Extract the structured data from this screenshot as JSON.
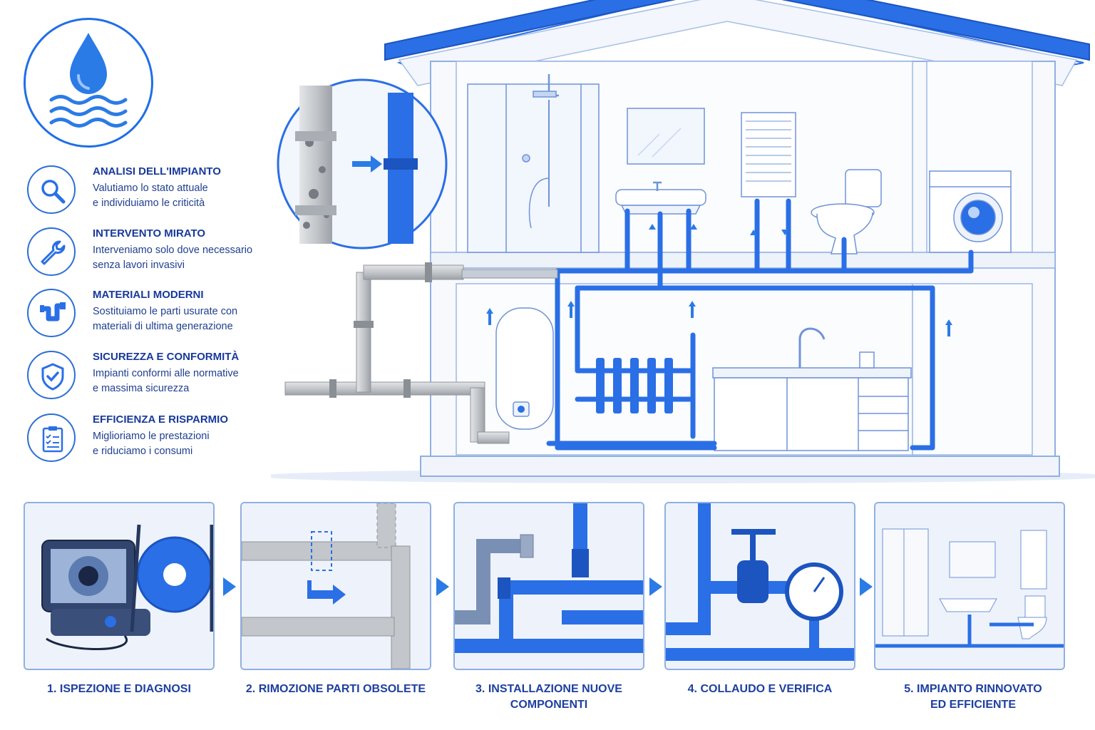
{
  "features": [
    {
      "icon": "magnifier-icon",
      "title": "ANALISI DELL'IMPIANTO",
      "line1": "Valutiamo lo stato attuale",
      "line2": "e individuiamo le criticità"
    },
    {
      "icon": "wrench-icon",
      "title": "INTERVENTO MIRATO",
      "line1": "Interveniamo solo dove necessario",
      "line2": "senza lavori invasivi"
    },
    {
      "icon": "pipe-fitting-icon",
      "title": "MATERIALI MODERNI",
      "line1": "Sostituiamo le parti usurate con",
      "line2": "materiali di ultima generazione"
    },
    {
      "icon": "shield-check-icon",
      "title": "SICUREZZA E CONFORMITÀ",
      "line1": "Impianti conformi alle normative",
      "line2": "e massima sicurezza"
    },
    {
      "icon": "checklist-icon",
      "title": "EFFICIENZA E RISPARMIO",
      "line1": "Miglioriamo le prestazioni",
      "line2": "e riduciamo i consumi"
    }
  ],
  "steps": [
    {
      "label_line1": "1.  ISPEZIONE E DIAGNOSI",
      "label_line2": ""
    },
    {
      "label_line1": "2. RIMOZIONE PARTI OBSOLETE",
      "label_line2": ""
    },
    {
      "label_line1": "3. INSTALLAZIONE NUOVE",
      "label_line2": "COMPONENTI"
    },
    {
      "label_line1": "4.  COLLAUDO E VERIFICA",
      "label_line2": ""
    },
    {
      "label_line1": "5. IMPIANTO RINNOVATO",
      "label_line2": "ED EFFICIENTE"
    }
  ],
  "colors": {
    "accent": "#1f6ee8",
    "new_pipe": "#2a6fe6",
    "old_pipe": "#c9ccd0",
    "outline": "#8fb0e2",
    "text": "#17399a"
  }
}
